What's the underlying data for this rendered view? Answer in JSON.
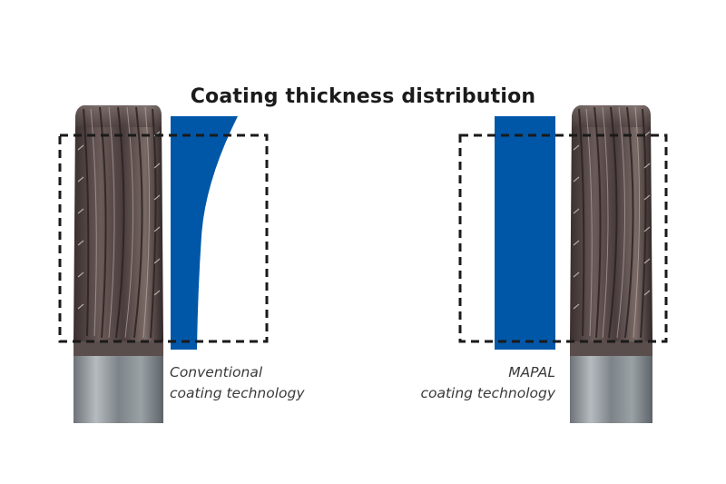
{
  "title": "Coating thickness distribution",
  "left_panel": {
    "caption_line1": "Conventional",
    "caption_line2": "coating technology"
  },
  "right_panel": {
    "caption_line1": "MAPAL",
    "caption_line2": "coating technology"
  },
  "colors": {
    "coating": "#0057A8",
    "frame": "#1a1a1a",
    "tool_dark": "#4a3d3d",
    "shank": "#8a9095"
  },
  "icons": {
    "left_tool": "end-mill-tool-icon",
    "right_tool": "end-mill-tool-icon"
  }
}
